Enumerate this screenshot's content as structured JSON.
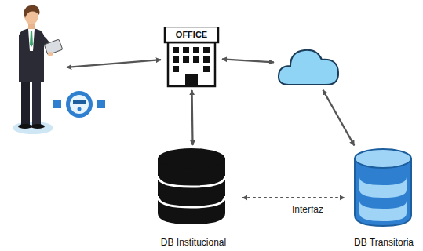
{
  "diagram": {
    "nodes": [
      {
        "text": []
      },
      {
        "text": [
          "OFFICE"
        ]
      },
      {
        "text": []
      },
      {
        "text": [
          "DB Institucional"
        ]
      },
      {
        "text": [
          "DB Transitoria"
        ]
      }
    ],
    "edges": [
      {
        "from": 0,
        "to": 1,
        "arrow": "both"
      },
      {
        "from": 1,
        "to": 2,
        "arrow": "both"
      },
      {
        "from": 1,
        "to": 3,
        "arrow": "both"
      },
      {
        "from": 2,
        "to": 4,
        "arrow": "both"
      },
      {
        "from": 3,
        "to": 4,
        "label": "Interfaz",
        "arrow": "both"
      }
    ]
  }
}
